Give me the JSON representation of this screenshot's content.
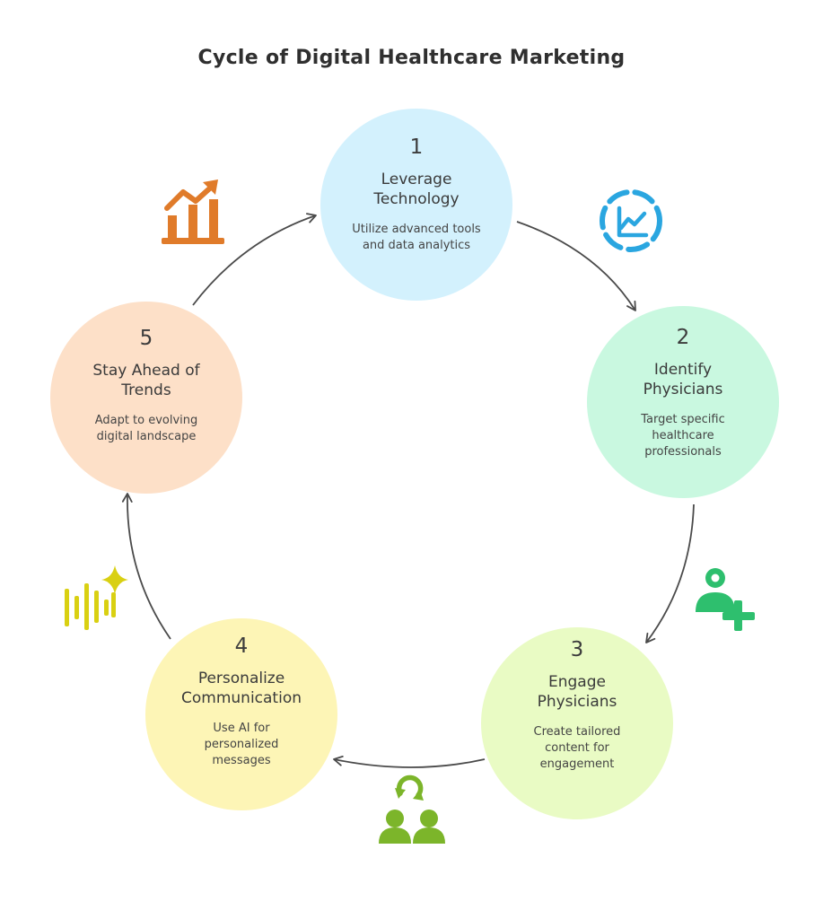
{
  "title": "Cycle of Digital Healthcare Marketing",
  "steps": [
    {
      "number": "1",
      "heading": "Leverage Technology",
      "description": "Utilize advanced tools and data analytics",
      "color": "#d3f1fd",
      "icon": "analytics-chart-icon",
      "icon_color": "#2aa6e0"
    },
    {
      "number": "2",
      "heading": "Identify Physicians",
      "description": "Target specific healthcare professionals",
      "color": "#c9f8e0",
      "icon": "doctor-add-icon",
      "icon_color": "#2ebf6e"
    },
    {
      "number": "3",
      "heading": "Engage Physicians",
      "description": "Create tailored content for engagement",
      "color": "#e9fbc4",
      "icon": "people-sync-icon",
      "icon_color": "#7cb52a"
    },
    {
      "number": "4",
      "heading": "Personalize Communication",
      "description": "Use AI for personalized messages",
      "color": "#fdf5b6",
      "icon": "ai-voice-sparkle-icon",
      "icon_color": "#d9d012"
    },
    {
      "number": "5",
      "heading": "Stay Ahead of Trends",
      "description": "Adapt to evolving digital landscape",
      "color": "#fde0c8",
      "icon": "trend-chart-icon",
      "icon_color": "#e07b2a"
    }
  ]
}
